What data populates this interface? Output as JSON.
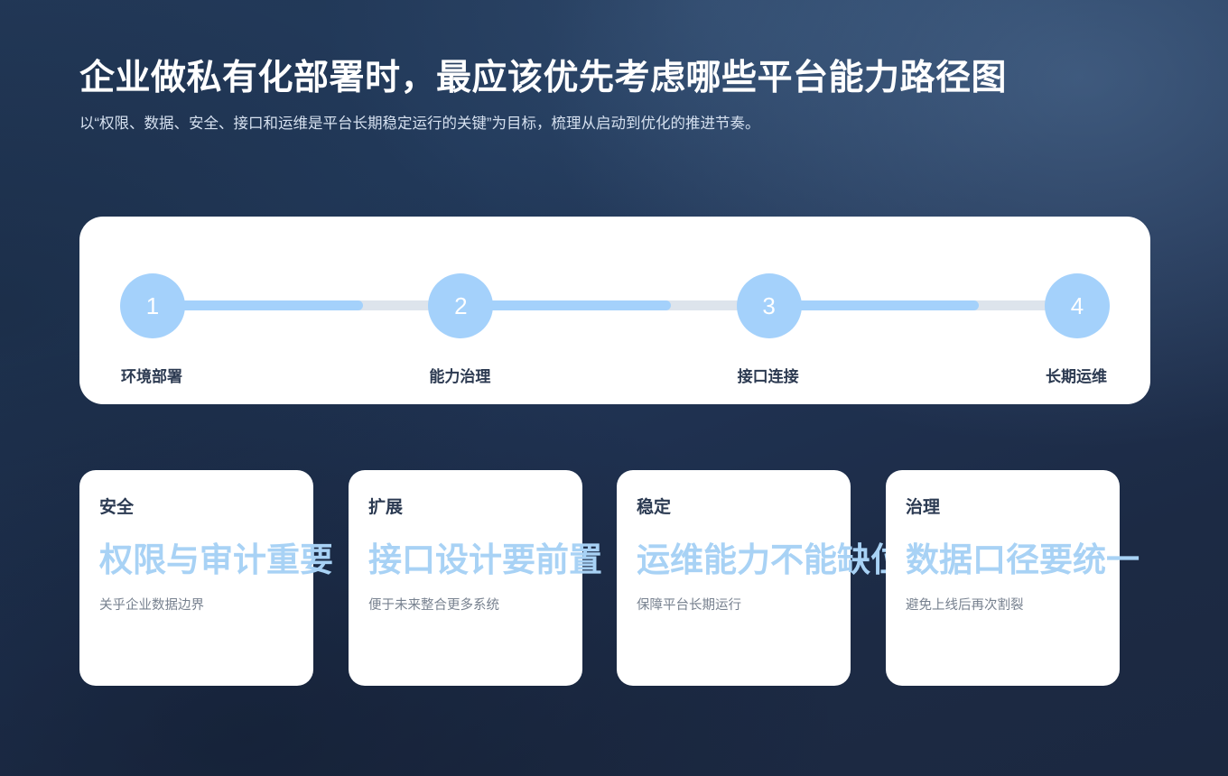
{
  "page": {
    "title": "企业做私有化部署时，最应该优先考虑哪些平台能力路径图",
    "subtitle": "以“权限、数据、安全、接口和运维是平台长期稳定运行的关键”为目标，梳理从启动到优化的推进节奏。",
    "background_color": "#1e304c",
    "accent_color": "#a4d1fb",
    "panel_color": "#ffffff"
  },
  "stepper": {
    "steps": [
      {
        "number": "1",
        "label": "环境部署"
      },
      {
        "number": "2",
        "label": "能力治理"
      },
      {
        "number": "3",
        "label": "接口连接"
      },
      {
        "number": "4",
        "label": "长期运维"
      }
    ],
    "connector_fill_percent": 72,
    "connector_fill_color": "#a4d1fb",
    "connector_track_color": "#dde4ec"
  },
  "cards": [
    {
      "tag": "安全",
      "headline": "权限与审计重要",
      "desc": "关乎企业数据边界"
    },
    {
      "tag": "扩展",
      "headline": "接口设计要前置",
      "desc": "便于未来整合更多系统"
    },
    {
      "tag": "稳定",
      "headline": "运维能力不能缺位",
      "desc": "保障平台长期运行"
    },
    {
      "tag": "治理",
      "headline": "数据口径要统一",
      "desc": "避免上线后再次割裂"
    }
  ]
}
